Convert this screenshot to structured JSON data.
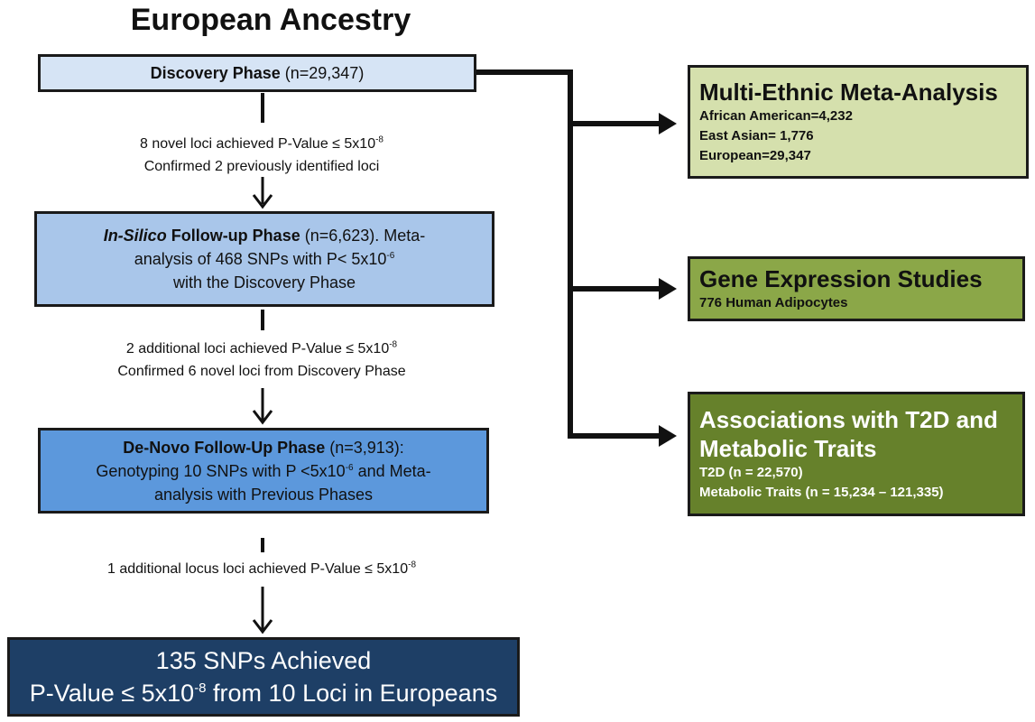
{
  "title": "European Ancestry",
  "discovery": {
    "name": "Discovery  Phase",
    "detail": " (n=29,347)"
  },
  "note1": {
    "line1_prefix": "8 novel loci achieved P-Value ≤ 5x10",
    "line1_exp": "-8",
    "line2": "Confirmed 2 previously identified loci"
  },
  "insilico": {
    "name_italic": "In-Silico",
    "name_rest": " Follow-up Phase",
    "line1_tail": " (n=6,623). Meta-",
    "line2_prefix": "analysis of 468 SNPs with P< 5x10",
    "line2_exp": "-6",
    "line3": "with the Discovery Phase"
  },
  "note2": {
    "line1_prefix": "2 additional loci achieved P-Value ≤ 5x10",
    "line1_exp": "-8",
    "line2": "Confirmed 6 novel loci from Discovery Phase"
  },
  "denovo": {
    "name": "De-Novo Follow-Up Phase",
    "line1_tail": " (n=3,913):",
    "line2_prefix": "Genotyping 10 SNPs with P <5x10",
    "line2_exp": "-6",
    "line2_tail": " and Meta-",
    "line3": "analysis with Previous Phases"
  },
  "note3": {
    "line1_prefix": "1 additional locus loci achieved P-Value ≤ 5x10",
    "line1_exp": "-8"
  },
  "final": {
    "line1": "135 SNPs Achieved",
    "line2_prefix": "P-Value ≤ 5x10",
    "line2_exp": "-8",
    "line2_tail": " from 10 Loci in Europeans"
  },
  "multi_ethnic": {
    "title": "Multi-Ethnic Meta-Analysis",
    "items": [
      "African American=4,232",
      "East Asian= 1,776",
      "European=29,347"
    ]
  },
  "gene_expression": {
    "title": "Gene Expression Studies",
    "items": [
      "776 Human Adipocytes"
    ]
  },
  "associations": {
    "title_line1": "Associations with T2D and",
    "title_line2": "Metabolic Traits",
    "items": [
      "T2D (n = 22,570)",
      "Metabolic Traits (n = 15,234 – 121,335)"
    ]
  },
  "colors": {
    "discovery": "#d6e4f5",
    "insilico": "#a9c6ea",
    "denovo": "#5c98dc",
    "final": "#1e3f66",
    "multi_ethnic": "#d5e0ad",
    "gene_expression": "#8ba748",
    "associations": "#66812b"
  }
}
